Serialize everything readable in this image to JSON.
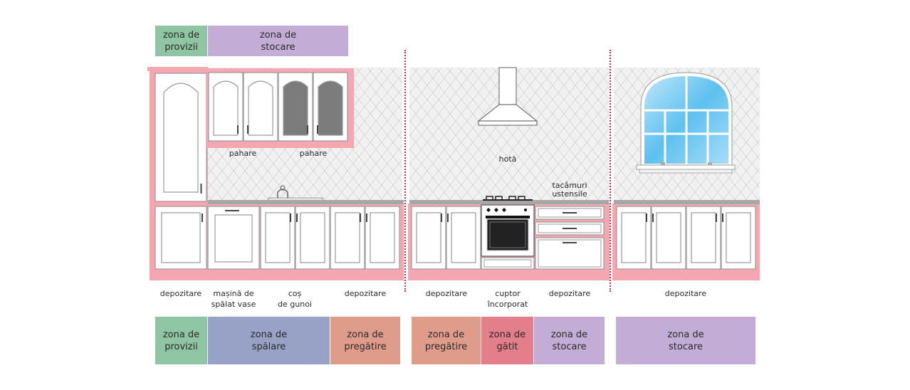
{
  "colors": {
    "provizii": "#8fc5a2",
    "stocare": "#c3add6",
    "spalare": "#98a2c7",
    "pregatire": "#e09c8a",
    "gatit": "#e27f8b",
    "accent_pink": "#f4a7b0",
    "divider": "#d12a3a"
  },
  "top_zones": [
    {
      "text": "zona de\nprovizii",
      "color": "provizii"
    },
    {
      "text": "zona de\nstocare",
      "color": "stocare"
    }
  ],
  "bottom_zones": [
    {
      "text": "zona de\nprovizii",
      "color": "provizii"
    },
    {
      "text": "zona de\nspălare",
      "color": "spalare"
    },
    {
      "text": "zona de\npregătire",
      "color": "pregatire"
    },
    {
      "text": "zona de\npregătire",
      "color": "pregatire"
    },
    {
      "text": "zona de\ngătit",
      "color": "gatit"
    },
    {
      "text": "zona de\nstocare",
      "color": "stocare"
    },
    {
      "text": "zona de\nstocare",
      "color": "stocare"
    }
  ],
  "labels": {
    "pahare_1": "pahare",
    "pahare_2": "pahare",
    "hota": "hotă",
    "tacamuri": "tacâmuri\nustensile",
    "depozitare_1": "depozitare",
    "masina": "mașină de\nspălat vase",
    "cos": "coș\nde gunoi",
    "depozitare_2": "depozitare",
    "depozitare_3": "depozitare",
    "cuptor": "cuptor\nîncorporat",
    "depozitare_4": "depozitare",
    "depozitare_5": "depozitare"
  }
}
